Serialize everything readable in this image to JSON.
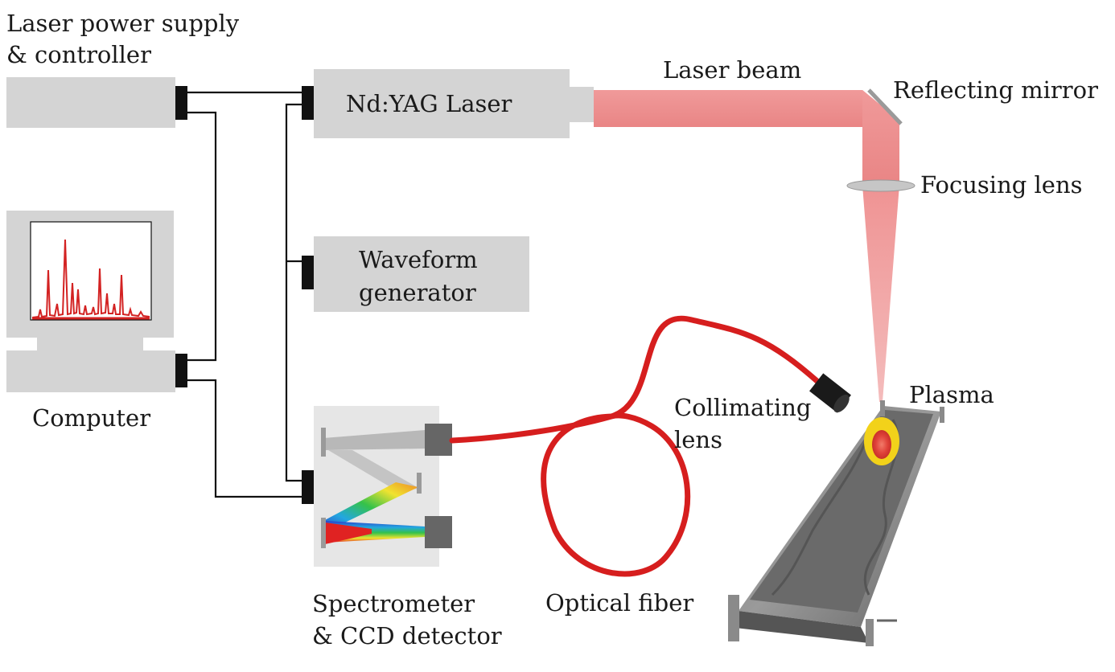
{
  "labels": {
    "laser_supply_line1": "Laser power supply",
    "laser_supply_line2": "& controller",
    "computer": "Computer",
    "nd_yag": "Nd:YAG Laser",
    "waveform_line1": "Waveform",
    "waveform_line2": "generator",
    "spectrometer_line1": "Spectrometer",
    "spectrometer_line2": "& CCD detector",
    "optical_fiber": "Optical fiber",
    "laser_beam": "Laser beam",
    "reflecting_mirror": "Reflecting mirror",
    "focusing_lens": "Focusing lens",
    "plasma": "Plasma",
    "collimating_line1": "Collimating",
    "collimating_line2": "lens"
  },
  "colors": {
    "box_gray": "#d4d4d4",
    "connector": "#111111",
    "beam": "#ec8a8a",
    "fiber": "#d61e1e",
    "spectrum_line": "#d32222",
    "plasma_outer": "#f2d21a",
    "plasma_inner": "#e2453c"
  }
}
